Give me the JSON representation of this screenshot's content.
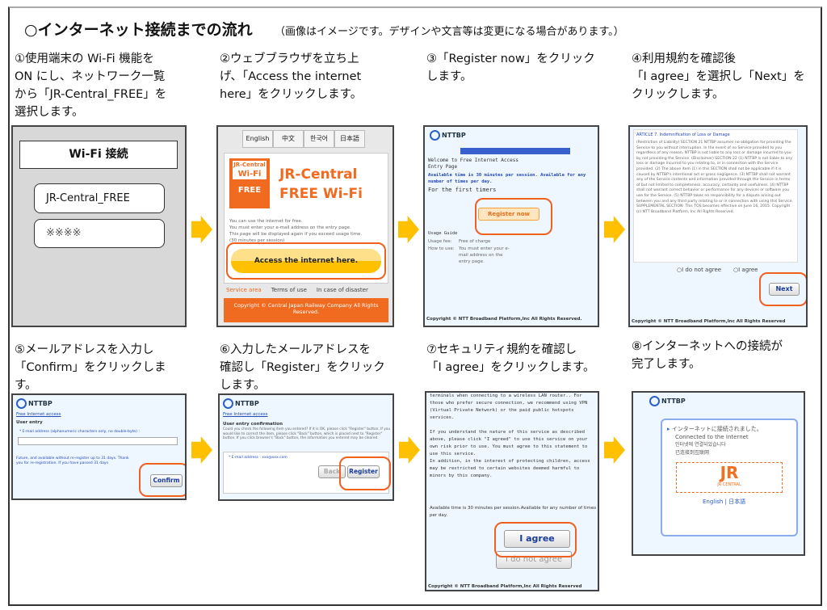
{
  "title": "○インターネット接続までの流れ",
  "subtitle": "（画像はイメージです。デザインや文言等は変更になる場合があります。）",
  "steps": [
    "①使用端末の Wi-Fi 機能を\n ON にし、ネットワーク一覧\n から「JR-Central_FREE」を\n 選択します。",
    "②ウェブブラウザを立ち上\n げ、「Access the internet\n here」をクリックします。",
    "③「Register now」をクリック\n  します。",
    "④利用規約を確認後\n 「I agree」を選択し「Next」を\n クリックします。",
    "⑤メールアドレスを入力し\n「Confirm」をクリックしま\n す。",
    "⑥入力したメールアドレスを\n 確認し「Register」をクリック\n します。",
    "⑦セキュリティ規約を確認し\n 「I agree」をクリックします。",
    "⑧インターネットへの接続が\n 完了します。"
  ],
  "p1": {
    "heading": "Wi-Fi 接続",
    "network": "JR-Central_FREE",
    "other": "※※※※"
  },
  "p2": {
    "langs": [
      "English",
      "中文",
      "한국어",
      "日本語"
    ],
    "logo_top": "JR-Central",
    "logo_mid": "Wi-Fi",
    "logo_free": "FREE",
    "brand1": "JR-Central",
    "brand2": "FREE Wi-Fi",
    "bullets": [
      "You can use the internet for free.",
      "You must enter your e-mail address on the entry page.",
      "This page will be displayed again if you exceed usage time.",
      "(30 minutes per session)"
    ],
    "access": "Access the internet here.",
    "links": [
      "Service area",
      "Terms of use",
      "In case of disaster"
    ],
    "copyright": "Copyright © Central Japan Railway Company All Rights Reserved."
  },
  "p3": {
    "logo": "NTTBP",
    "welcome": "Welcome to Free Internet Access\nEntry Page",
    "avail": "Available time is 30 minutes per session. Available for any number of times per day.",
    "first": "For the first timers",
    "register": "Register now",
    "guide": "Usage Guide",
    "fee_label": "Usage fee:",
    "fee": "Free of charge",
    "how_label": "How to use:",
    "how": "You must enter your e-mail address on the entry page.",
    "copyright": "Copyright © NTT Broadband Platform,Inc All Rights Reserved."
  },
  "p4": {
    "heading": "ARTICLE 7. Indemnification of Loss or Damage",
    "body": "(Restriction of Liability) SECTION 21 NTTBP assumes no obligation for providing the Service to you without interruption. In the event of no Service provided to you regardless of any reason, NTTBP is not liable to any loss or damage incurred to you by not providing the Service. (Disclaimer) SECTION 22 (1) NTTBP is not liable to any loss or damage incurred to you relating to, or in connection with the Service provided. (2) The above item (1) in this SECTION shall not be applicable if it is caused by NTTBP's intentional act or gross negligence. (3) NTTBP shall not warrant any of the Service contents and information provided through the Service in terms of but not limited to completeness, accuracy, certainty and usefulness. (4) NTTBP shall not warrant correct behavior or performance for any devices or software you use for the Service. (5) NTTBP takes no responsibility for a dispute arising out between you and any third party relating to or in connection with using this Service. SUPPLEMENTAL SECTION: This TOS becomes effective on June 16, 2015. Copyright (c) NTT Broadband Platform, Inc All Rights Reserved.",
    "disagree": "I do not agree",
    "agree": "I agree",
    "next": "Next",
    "copyright": "Copyright © NTT Broadband Platform,Inc All Rights Reserved"
  },
  "p5": {
    "logo": "NTTBP",
    "link": "Free Internet access",
    "entry": "User entry",
    "email_label": "* E-mail address (alphanumeric characters only, no double-byte) :",
    "note": "Future, and available without re-register up to 31 days. Thank you for re-registration. If you have passed 31 days",
    "confirm": "Confirm"
  },
  "p6": {
    "logo": "NTTBP",
    "link": "Free Internet access",
    "heading": "User entry confirmation",
    "body": "Could you check the following item you entered? If it is OK, please click \"Register\" button. If you would like to correct the item, please click \"Back\" button, which is placed next to \"Register\" button. If you click browser's \"Back\" button, the information you entered may be cleared.",
    "email": "* E-mail address : xxx@xxx.com",
    "back": "Back",
    "register": "Register"
  },
  "p7": {
    "body1": "terminals when connecting to a wireless LAN router.. For those who prefer secure connection, we recommend using VPN (Virtual Private Network) or the paid public hotspots services.",
    "body2": "If you understand the nature of this service as described above, please click \"I agreed\" to use this service on your own risk prior to use. You must agree to this statement to use this service.\nIn addition, in the interest of protecting children, access may be restricted to certain websites deemed harmful to minors by this company.",
    "avail": "Available time is 30 minutes per session.Available for any number of times per day.",
    "agree": "I agree",
    "disagree": "I do not agree",
    "copyright": "Copyright © NTT Broadband Platform,Inc All Rights Reserved"
  },
  "p8": {
    "logo": "NTTBP",
    "connected_ja": "インターネットに接続されました。",
    "connected_en": "Connected to the Internet",
    "connected_ko": "인터넷에 연결되었습니다",
    "connected_zh": "已连接到互联网",
    "jr": "JR",
    "jr_sub": "JR CENTRAL",
    "lang_en": "English",
    "lang_ja": "日本語"
  },
  "colors": {
    "arrow": "#ffc000",
    "highlight": "#f06020",
    "jr_orange": "#f07020"
  }
}
